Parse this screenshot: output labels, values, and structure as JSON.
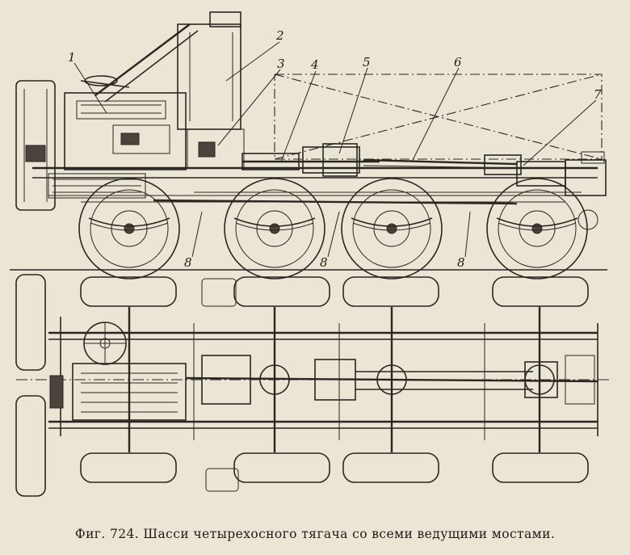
{
  "figure": {
    "caption": "Фиг. 724. Шасси четырехосного тягача со всеми ведущими мостами.",
    "callouts": [
      "1",
      "2",
      "3",
      "4",
      "5",
      "6",
      "7",
      "8",
      "8",
      "8"
    ]
  }
}
